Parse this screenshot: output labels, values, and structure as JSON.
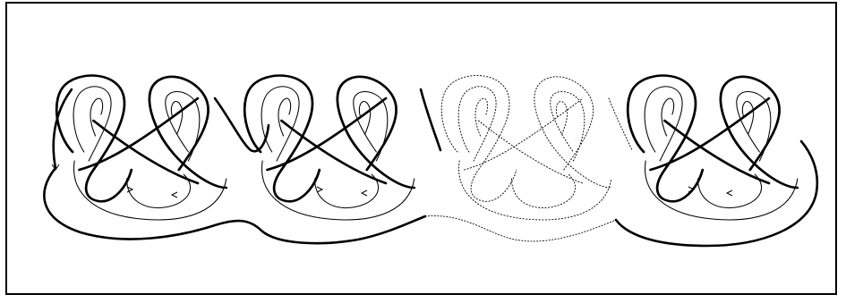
{
  "diagram": {
    "description_labels": [],
    "tiles": [
      {
        "style": "solid"
      },
      {
        "style": "solid"
      },
      {
        "style": "dotted"
      },
      {
        "style": "solid"
      }
    ]
  }
}
